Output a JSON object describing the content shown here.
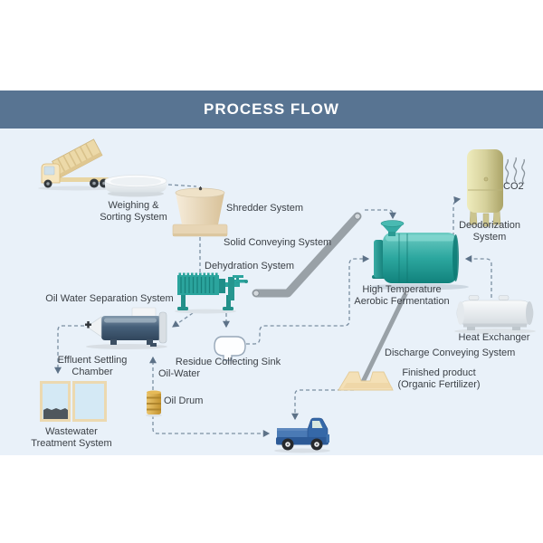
{
  "header": {
    "title": "PROCESS FLOW",
    "bg_color": "#587492",
    "text_color": "#ffffff"
  },
  "panel": {
    "bg_color": "#e9f1f9"
  },
  "labels": {
    "weighing": "Weighing &\nSorting System",
    "shredder": "Shredder System",
    "solid_conveying": "Solid Conveying System",
    "dehydration": "Dehydration System",
    "oil_water_separation": "Oil Water Separation System",
    "effluent": "Effluent Settling\nChamber",
    "wastewater": "Wastewater\nTreatment System",
    "oil_water": "Oil-Water",
    "oil_drum": "Oil Drum",
    "residue_sink": "Residue Collecting Sink",
    "fermentation": "High Temperature\nAerobic Fermentation",
    "deodorization": "Deodorization\nSystem",
    "co2": "CO2",
    "heat_exchanger": "Heat Exchanger",
    "discharge_conveying": "Discharge Conveying System",
    "finished_product": "Finished product\n(Organic Fertilizer)"
  },
  "icons": [
    "dump-truck-icon",
    "weighing-basin-icon",
    "shredder-icon",
    "solid-conveyor-icon",
    "filter-press-icon",
    "oil-water-separator-icon",
    "settling-tanks-icon",
    "oil-drum-icon",
    "residue-sink-icon",
    "fermentation-tank-icon",
    "deodorization-tower-icon",
    "co2-smoke-icon",
    "heat-exchanger-icon",
    "discharge-conveyor-icon",
    "fertilizer-pile-icon",
    "pickup-truck-icon"
  ],
  "colors": {
    "teal": "#2ba49d",
    "tan": "#e9d7ae",
    "slate_tank": "#46607a",
    "gold_drum": "#d5a43f",
    "truck_blue": "#3568a8",
    "khaki_tower": "#d6d19c",
    "connector": "#7b8fa2",
    "arrow": "#5d7288",
    "conveyor_gray": "#99a1a7",
    "text": "#3b4046"
  }
}
